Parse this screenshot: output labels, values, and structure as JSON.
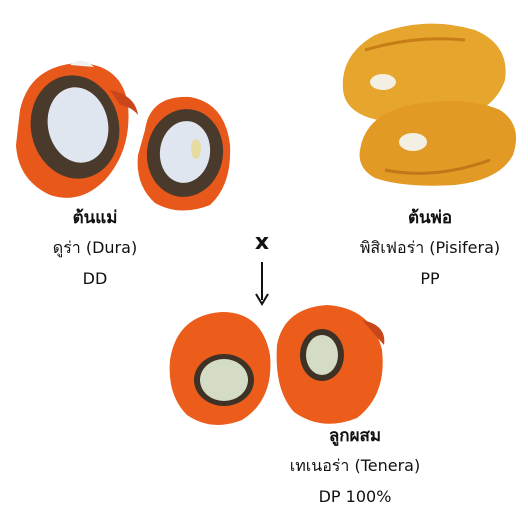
{
  "mother": {
    "title": "ต้นแม่",
    "variety": "ดูร่า (Dura)",
    "genotype": "DD"
  },
  "father": {
    "title": "ต้นพ่อ",
    "variety": "พิสิเฟอร่า (Pisifera)",
    "genotype": "PP"
  },
  "offspring": {
    "title": "ลูกผสม",
    "variety": "เทเนอร่า (Tenera)",
    "genotype": "DP 100%"
  },
  "cross_symbol": "x",
  "colors": {
    "dura_mesocarp": "#e8581a",
    "dura_shell": "#4a3a2c",
    "dura_kernel": "#dfe6ef",
    "pisifera_fruit": "#e6a52c",
    "tenera_mesocarp": "#ec5d1c",
    "tenera_shell_ring": "#3e3226",
    "tenera_kernel": "#d4dcc6"
  }
}
